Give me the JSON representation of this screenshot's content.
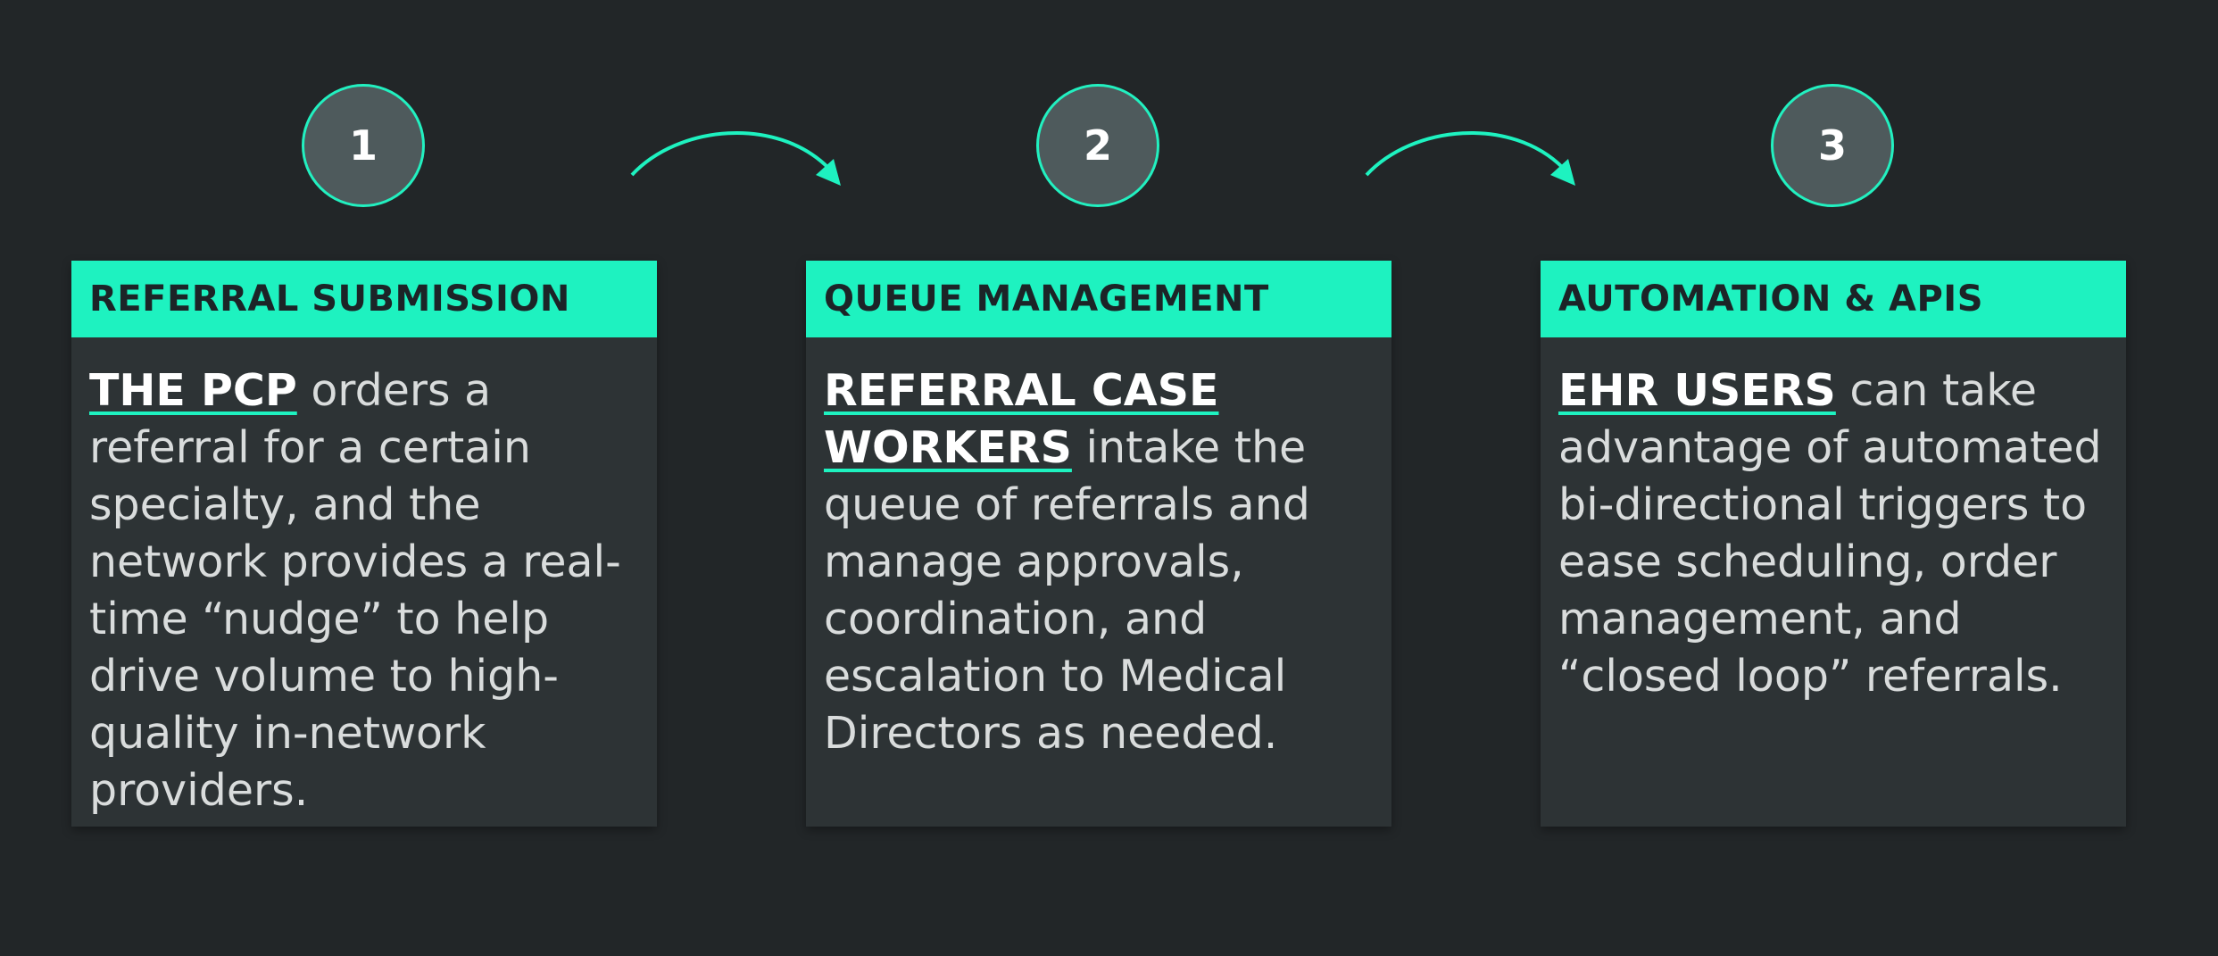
{
  "colors": {
    "background": "#222628",
    "accent": "#1ef2c0",
    "card": "#2d3335",
    "circle_fill": "#4e5a5c"
  },
  "steps": [
    {
      "number": "1",
      "title": "REFERRAL SUBMISSION",
      "lead": "THE PCP",
      "text": " orders a referral for a certain specialty, and the network provides a real-time “nudge” to help drive volume to high-quality in-network providers."
    },
    {
      "number": "2",
      "title": "QUEUE MANAGEMENT",
      "lead": "REFERRAL CASE WORKERS",
      "text": " intake the queue of referrals and manage approvals, coordination, and escalation to Medical Directors as needed."
    },
    {
      "number": "3",
      "title": "AUTOMATION & APIS",
      "lead": "EHR USERS",
      "text": " can take advantage of automated bi-directional triggers to ease scheduling, order management, and “closed loop” referrals."
    }
  ]
}
